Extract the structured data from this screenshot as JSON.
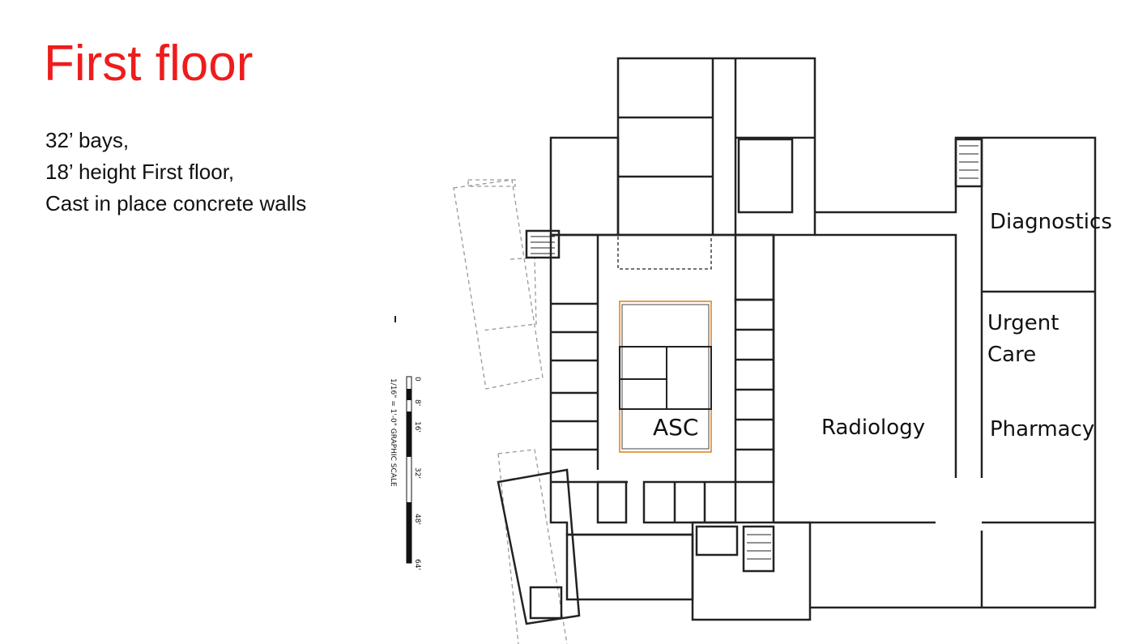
{
  "slide": {
    "title": "First floor",
    "notes": [
      "32’ bays,",
      "18’ height First floor,",
      "Cast in place concrete walls"
    ]
  },
  "plan": {
    "zones": {
      "diagnostics": "Diagnostics",
      "urgent_care_1": "Urgent",
      "urgent_care_2": "Care",
      "pharmacy": "Pharmacy",
      "radiology": "Radiology",
      "asc": "ASC"
    },
    "scale": {
      "caption": "1/16\" = 1'-0\" GRAPHIC SCALE",
      "ticks": [
        "0",
        "8'",
        "16'",
        "32'",
        "48'",
        "64'"
      ]
    },
    "colors": {
      "title": "#ee1c1c",
      "asc_outline": "#e8923a",
      "walls": "#222222"
    }
  }
}
